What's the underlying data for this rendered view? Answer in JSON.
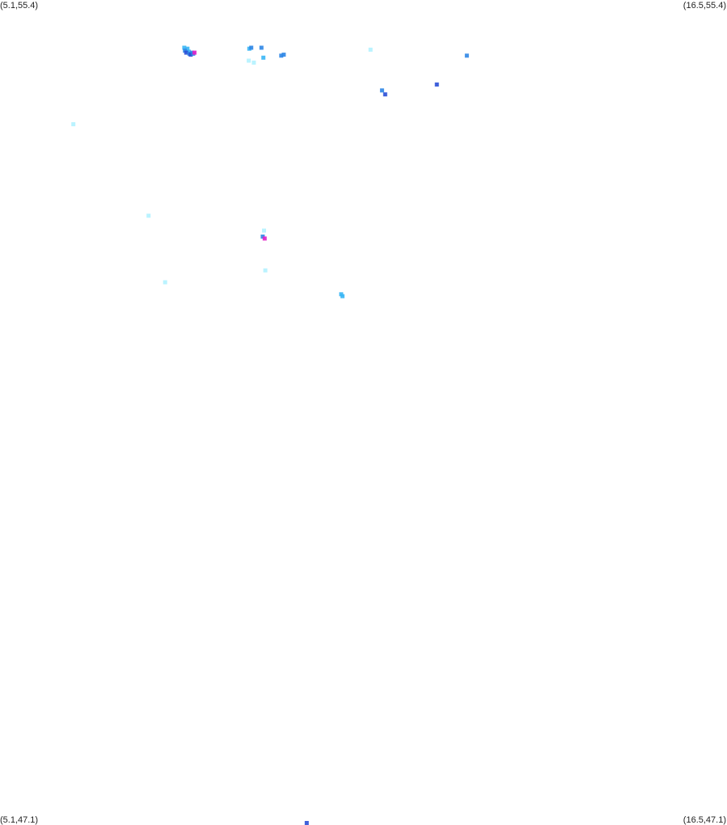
{
  "corners": {
    "top_left": "(5.1,55.4)",
    "top_right": "(16.5,55.4)",
    "bottom_left": "(5.1,47.1)",
    "bottom_right": "(16.5,47.1)"
  },
  "chart_data": {
    "type": "scatter",
    "xlim": [
      5.1,
      16.5
    ],
    "ylim": [
      47.1,
      55.4
    ],
    "grid": false,
    "colors": {
      "pale_cyan": "#b3f2ff",
      "light_blue": "#38b6f5",
      "mid_blue": "#2e86e6",
      "dark_blue": "#2a4fd6",
      "magenta": "#e020c8"
    },
    "points": [
      {
        "x": 7.99,
        "y": 54.92,
        "color": "#38b6f5"
      },
      {
        "x": 8.04,
        "y": 54.91,
        "color": "#38b6f5"
      },
      {
        "x": 8.0,
        "y": 54.89,
        "color": "#2e86e6"
      },
      {
        "x": 8.06,
        "y": 54.88,
        "color": "#38b6f5"
      },
      {
        "x": 8.02,
        "y": 54.87,
        "color": "#2a4fd6"
      },
      {
        "x": 8.07,
        "y": 54.86,
        "color": "#2e86e6"
      },
      {
        "x": 8.11,
        "y": 54.87,
        "color": "#2e86e6"
      },
      {
        "x": 8.09,
        "y": 54.85,
        "color": "#2a4fd6"
      },
      {
        "x": 8.13,
        "y": 54.86,
        "color": "#2e86e6"
      },
      {
        "x": 8.15,
        "y": 54.87,
        "color": "#e020c8"
      },
      {
        "x": 9.01,
        "y": 54.91,
        "color": "#38b6f5"
      },
      {
        "x": 9.04,
        "y": 54.92,
        "color": "#2e86e6"
      },
      {
        "x": 9.2,
        "y": 54.92,
        "color": "#2e86e6"
      },
      {
        "x": 9.08,
        "y": 54.77,
        "color": "#b3f2ff"
      },
      {
        "x": 9.0,
        "y": 54.79,
        "color": "#b3f2ff"
      },
      {
        "x": 9.23,
        "y": 54.82,
        "color": "#38b6f5"
      },
      {
        "x": 9.51,
        "y": 54.84,
        "color": "#2e86e6"
      },
      {
        "x": 9.55,
        "y": 54.85,
        "color": "#2e86e6"
      },
      {
        "x": 10.91,
        "y": 54.9,
        "color": "#b3f2ff"
      },
      {
        "x": 11.09,
        "y": 54.49,
        "color": "#2e86e6"
      },
      {
        "x": 11.14,
        "y": 54.45,
        "color": "#2a4fd6"
      },
      {
        "x": 11.95,
        "y": 54.55,
        "color": "#2a4fd6"
      },
      {
        "x": 12.42,
        "y": 54.84,
        "color": "#2e86e6"
      },
      {
        "x": 6.25,
        "y": 54.15,
        "color": "#b3f2ff"
      },
      {
        "x": 7.43,
        "y": 53.23,
        "color": "#b3f2ff"
      },
      {
        "x": 9.24,
        "y": 53.08,
        "color": "#b3f2ff"
      },
      {
        "x": 9.22,
        "y": 53.02,
        "color": "#2e86e6"
      },
      {
        "x": 9.25,
        "y": 53.0,
        "color": "#e020c8"
      },
      {
        "x": 9.26,
        "y": 52.68,
        "color": "#b3f2ff"
      },
      {
        "x": 7.69,
        "y": 52.56,
        "color": "#b3f2ff"
      },
      {
        "x": 10.45,
        "y": 52.44,
        "color": "#38b6f5"
      },
      {
        "x": 10.47,
        "y": 52.42,
        "color": "#38b6f5"
      },
      {
        "x": 9.91,
        "y": 46.54,
        "color": "#2a4fd6"
      }
    ]
  }
}
